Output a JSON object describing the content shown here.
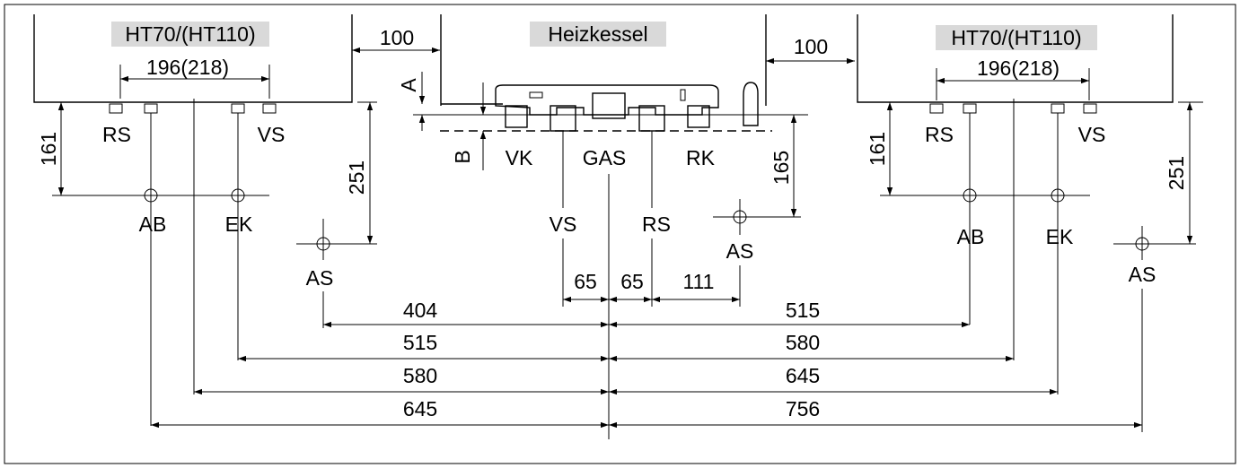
{
  "labels": {
    "left_unit": "HT70/(HT110)",
    "center_unit": "Heizkessel",
    "right_unit": "HT70/(HT110)",
    "gap_left": "100",
    "gap_right": "100",
    "spacing_left": "196(218)",
    "spacing_right": "196(218)",
    "rs_left": "RS",
    "vs_left": "VS",
    "rs_right": "RS",
    "vs_right": "VS",
    "ab_left": "AB",
    "ek_left": "EK",
    "ab_right": "AB",
    "ek_right": "EK",
    "as_left": "AS",
    "as_center": "AS",
    "as_right": "AS",
    "h161_left": "161",
    "h161_right": "161",
    "h251_left": "251",
    "h251_right": "251",
    "h165": "165",
    "dim_a": "A",
    "dim_b": "B",
    "vk": "VK",
    "gas": "GAS",
    "rk": "RK",
    "vs_center": "VS",
    "rs_center": "RS",
    "d65_a": "65",
    "d65_b": "65",
    "d111": "111",
    "row1_left": "404",
    "row1_right": "515",
    "row2_left": "515",
    "row2_right": "580",
    "row3_left": "580",
    "row3_right": "645",
    "row4_left": "645",
    "row4_right": "756"
  }
}
